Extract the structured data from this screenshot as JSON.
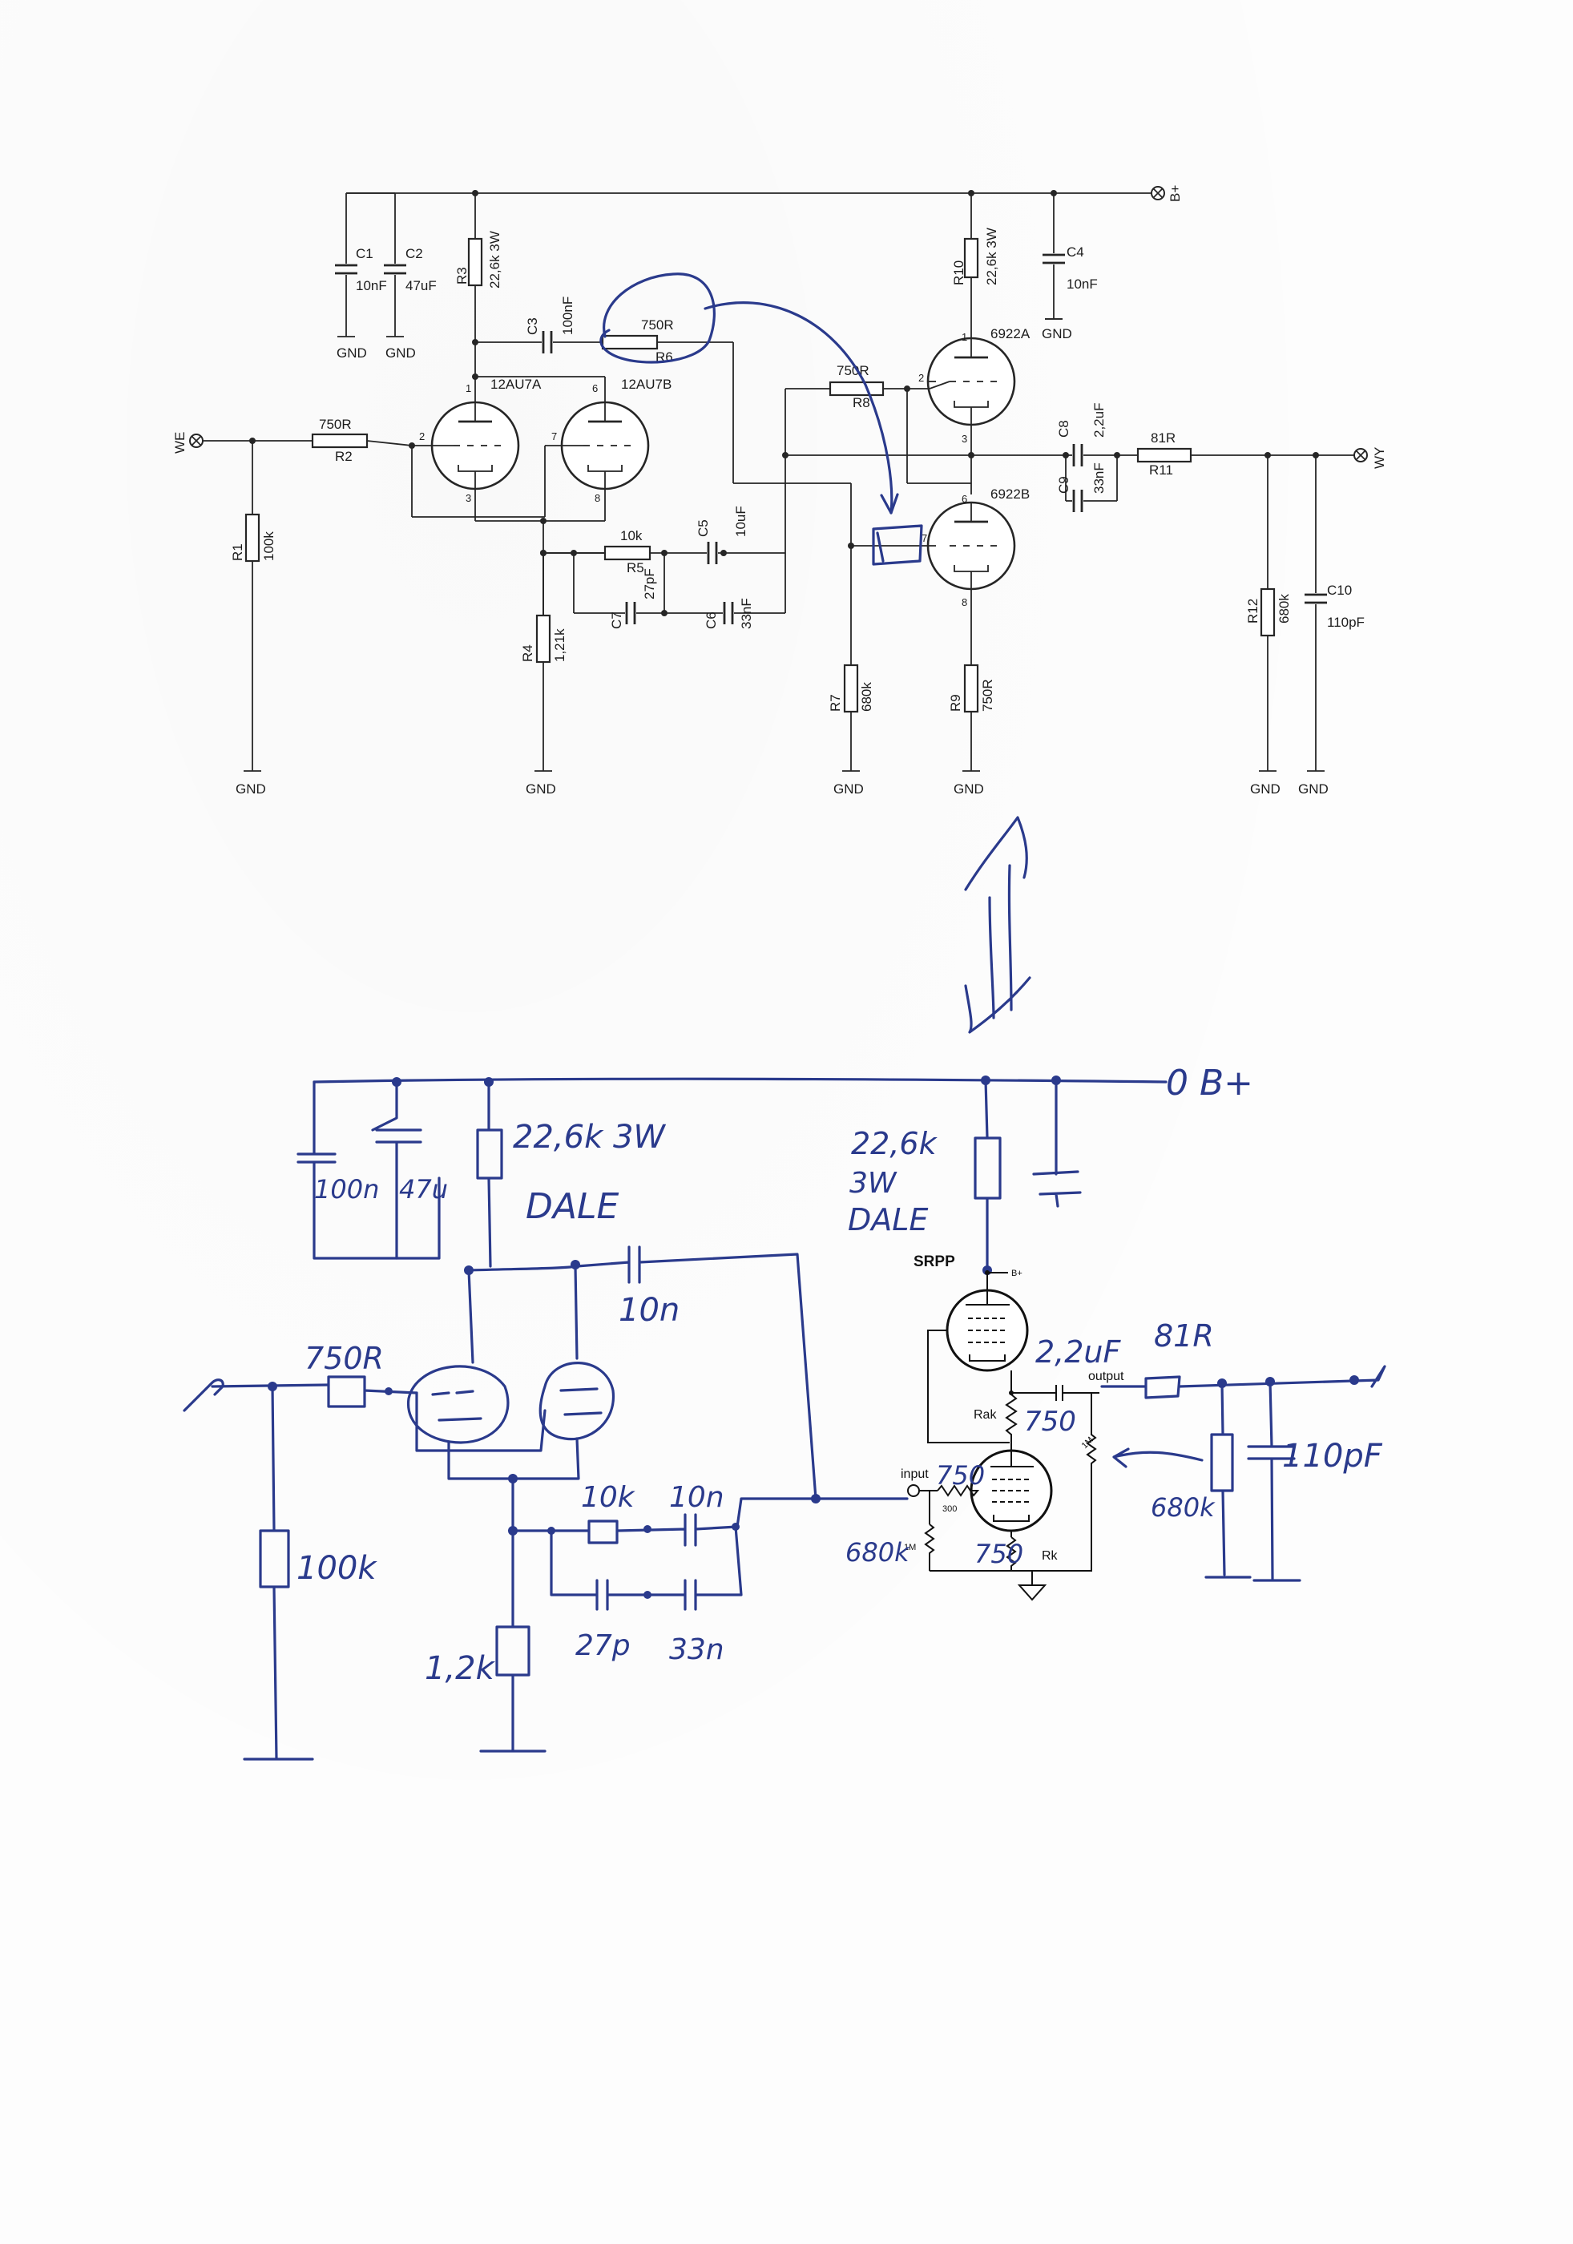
{
  "printed": {
    "nets": {
      "bplus": "B+",
      "we": "WE",
      "wy": "WY",
      "gnd": "GND"
    },
    "tubes": {
      "v1a": "12AU7A",
      "v1b": "12AU7B",
      "v2a": "6922A",
      "v2b": "6922B"
    },
    "pins": {
      "p1": "1",
      "p2": "2",
      "p3": "3",
      "p6": "6",
      "p7": "7",
      "p8": "8"
    },
    "components": {
      "C1": {
        "ref": "C1",
        "value": "10nF"
      },
      "C2": {
        "ref": "C2",
        "value": "47uF"
      },
      "R3": {
        "ref": "R3",
        "value": "22,6k 3W"
      },
      "C3": {
        "ref": "C3",
        "value": "100nF"
      },
      "R6": {
        "ref": "R6",
        "value": "750R"
      },
      "R8": {
        "ref": "R8",
        "value": "750R"
      },
      "R10": {
        "ref": "R10",
        "value": "22,6k 3W"
      },
      "C4": {
        "ref": "C4",
        "value": "10nF"
      },
      "R2": {
        "ref": "R2",
        "value": "750R"
      },
      "R1": {
        "ref": "R1",
        "value": "100k"
      },
      "R5": {
        "ref": "R5",
        "value": "10k"
      },
      "C5": {
        "ref": "C5",
        "value": "10uF"
      },
      "C7": {
        "ref": "C7",
        "value": "27pF"
      },
      "C6": {
        "ref": "C6",
        "value": "33nF"
      },
      "R4": {
        "ref": "R4",
        "value": "1,21k"
      },
      "R7": {
        "ref": "R7",
        "value": "680k"
      },
      "R9": {
        "ref": "R9",
        "value": "750R"
      },
      "C8": {
        "ref": "C8",
        "value": "2,2uF"
      },
      "C9": {
        "ref": "C9",
        "value": "33nF"
      },
      "R11": {
        "ref": "R11",
        "value": "81R"
      },
      "R12": {
        "ref": "R12",
        "value": "680k"
      },
      "C10": {
        "ref": "C10",
        "value": "110pF"
      }
    },
    "srpp": {
      "title": "SRPP",
      "bplus": "B+",
      "rak": "Rak",
      "rk": "Rk",
      "input": "input",
      "output": "output",
      "r300": "300",
      "r1m_a": "1M",
      "r1m_b": "1M"
    }
  },
  "handwritten": {
    "dale_value_1": "22,6k 3W",
    "dale_1": "DALE",
    "c100n": "100n",
    "c47u": "47u",
    "value_2a": "22,6k",
    "value_2b": "3W",
    "dale_2": "DALE",
    "c10n_top": "10n",
    "bplus": "0 B+",
    "r750_in": "750R",
    "r100k": "100k",
    "r10k": "10k",
    "c10n_mid": "10n",
    "c27p": "27p",
    "c33n": "33n",
    "r1_2k": "1,2k",
    "c2_2uF": "2,2uF",
    "r81": "81R",
    "r750_rak": "750",
    "r750_input": "750",
    "r680k_left": "680k",
    "r750_rk": "750",
    "r680k_right": "680k",
    "c110pF": "110pF"
  },
  "colors": {
    "ink": "#2a3a8c",
    "print": "#262626"
  }
}
